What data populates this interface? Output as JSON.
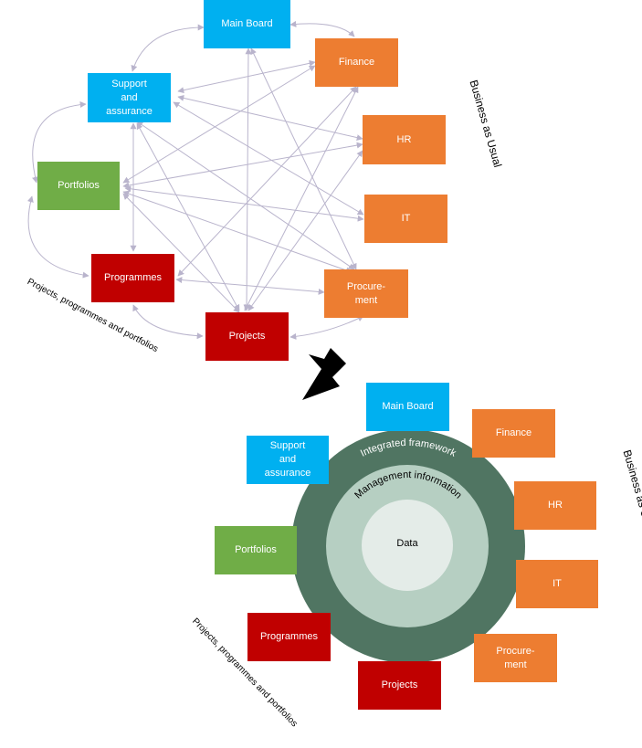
{
  "top_diagram": {
    "main_board": "Main Board",
    "support": "Support\nand\nassurance",
    "portfolios": "Portfolios",
    "programmes": "Programmes",
    "projects": "Projects",
    "finance": "Finance",
    "hr": "HR",
    "it": "IT",
    "procurement": "Procure-\nment",
    "bau_label": "Business as Usual",
    "ppp_label": "Projects, programmes and portfolios"
  },
  "bottom_diagram": {
    "main_board": "Main Board",
    "support": "Support\nand\nassurance",
    "portfolios": "Portfolios",
    "programmes": "Programmes",
    "projects": "Projects",
    "finance": "Finance",
    "hr": "HR",
    "it": "IT",
    "procurement": "Procure-\nment",
    "bau_label": "Business as Usual",
    "ppp_label": "Projects, programmes and portfolios",
    "ring_outer": "Integrated framework",
    "ring_middle": "Management information",
    "ring_inner": "Data"
  },
  "colors": {
    "blue": "#00b0f0",
    "orange": "#ed7d31",
    "green": "#70ad47",
    "red": "#c00000",
    "ring_outer": "#507562",
    "ring_middle": "#b6cfc2",
    "ring_inner": "#e4ece8",
    "connector": "#b9b4cc"
  }
}
